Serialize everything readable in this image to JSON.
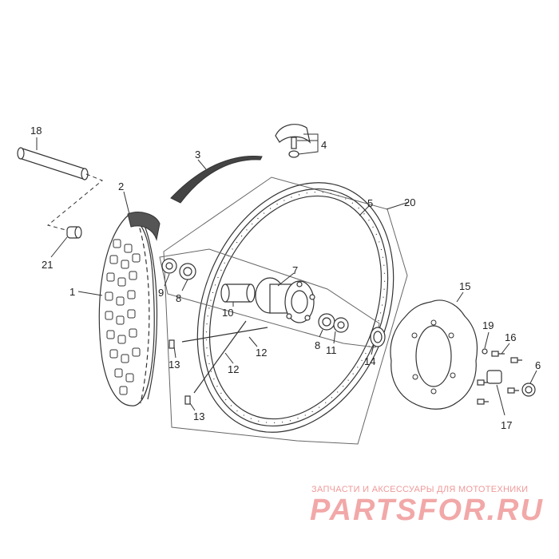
{
  "callouts": {
    "c1": "1",
    "c2": "2",
    "c3": "3",
    "c4": "4",
    "c5": "5",
    "c6": "6",
    "c7": "7",
    "c8a": "8",
    "c8b": "8",
    "c9": "9",
    "c10": "10",
    "c11": "11",
    "c12a": "12",
    "c12b": "12",
    "c13a": "13",
    "c13b": "13",
    "c14": "14",
    "c15": "15",
    "c16": "16",
    "c17": "17",
    "c18": "18",
    "c19": "19",
    "c20": "20",
    "c21": "21"
  },
  "watermark": {
    "text": "ЗАПЧАСТИ И АКСЕССУАРЫ ДЛЯ МОТОТЕХНИКИ",
    "brand": "PARTSFOR.RU"
  },
  "colors": {
    "line": "#333333",
    "watermark": "#f2a8a8",
    "background": "#ffffff"
  }
}
